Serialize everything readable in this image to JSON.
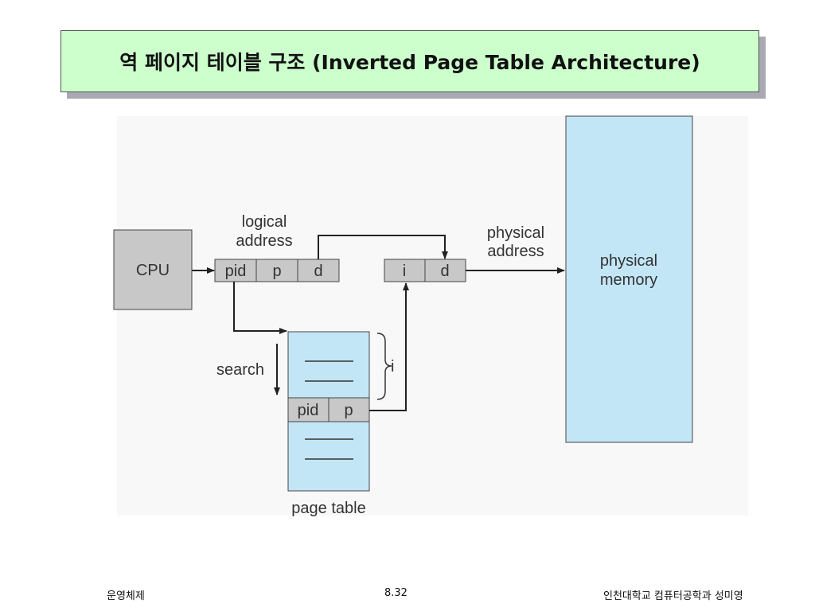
{
  "title": "역 페이지 테이블 구조 (Inverted Page Table Architecture)",
  "diagram": {
    "cpu_label": "CPU",
    "logical_address_line1": "logical",
    "logical_address_line2": "address",
    "logical_cells": [
      "pid",
      "p",
      "d"
    ],
    "physical_address_line1": "physical",
    "physical_address_line2": "address",
    "physical_cells": [
      "i",
      "d"
    ],
    "memory_line1": "physical",
    "memory_line2": "memory",
    "search_label": "search",
    "index_label": "i",
    "table_entry_cells": [
      "pid",
      "p"
    ],
    "page_table_label": "page table"
  },
  "footer": {
    "left": "운영체제",
    "center": "8.32",
    "right": "인천대학교 컴퓨터공학과 성미영"
  },
  "colors": {
    "title_bg": "#ccffcc",
    "box_gray": "#c8c8c8",
    "blue": "#c3e6f7"
  }
}
